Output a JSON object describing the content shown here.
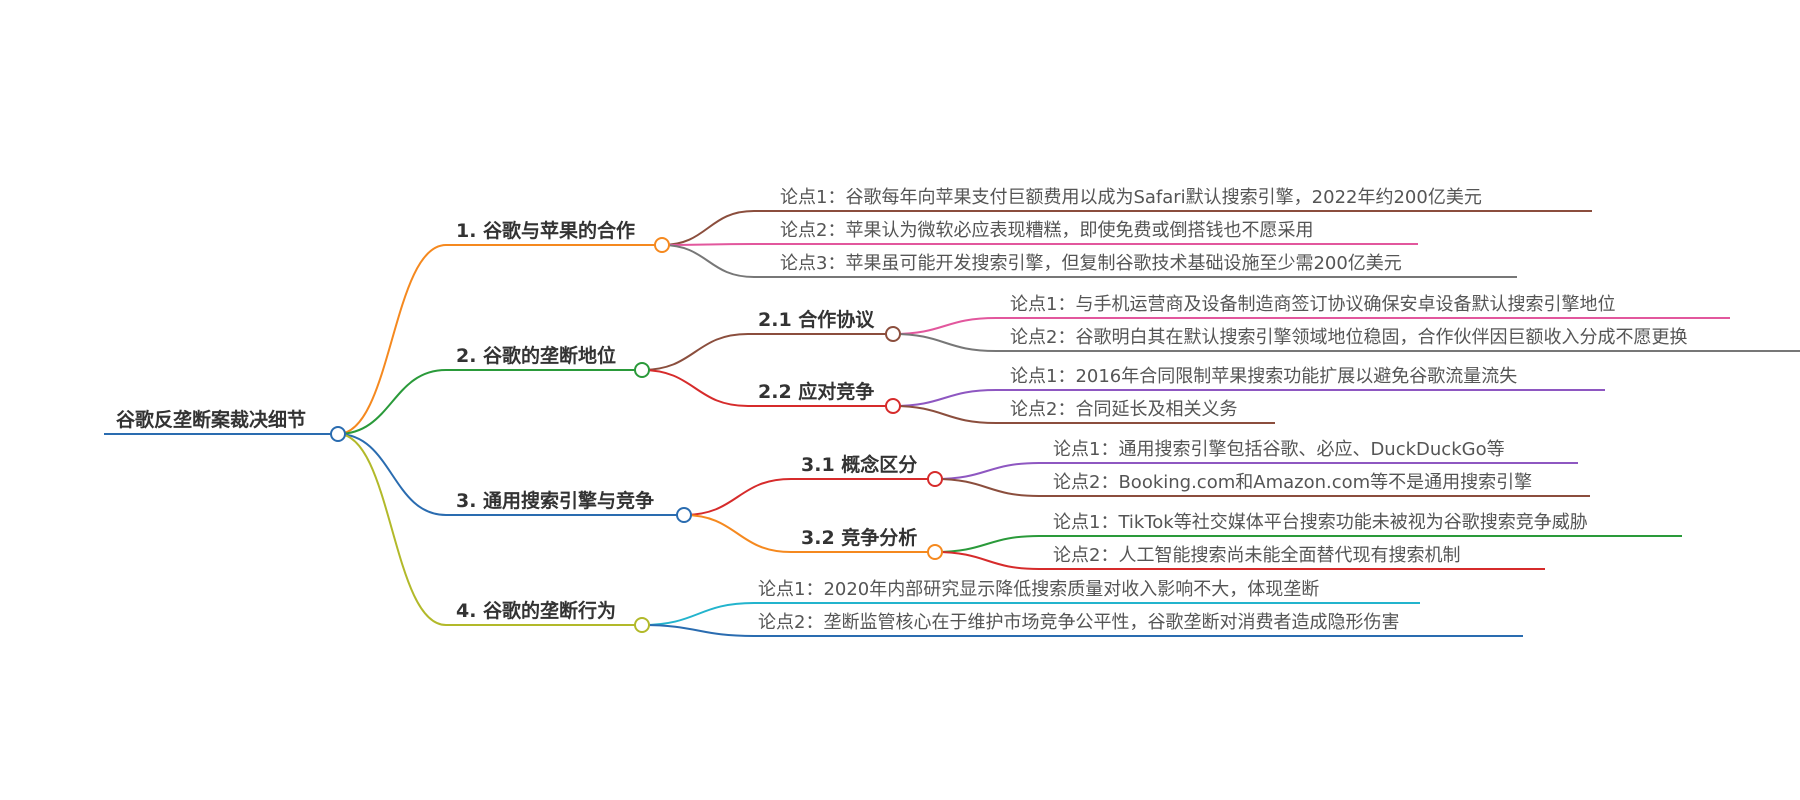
{
  "mindmap": {
    "root": {
      "label": "谷歌反垄断案裁决细节",
      "color": "#2a6cb0"
    },
    "branches": [
      {
        "label": "1. 谷歌与苹果的合作",
        "color": "#f5891f",
        "points": [
          {
            "label": "论点1：谷歌每年向苹果支付巨额费用以成为Safari默认搜索引擎，2022年约200亿美元",
            "color": "#8b4e3d"
          },
          {
            "label": "论点2：苹果认为微软必应表现糟糕，即使免费或倒搭钱也不愿采用",
            "color": "#e2579d"
          },
          {
            "label": "论点3：苹果虽可能开发搜索引擎，但复制谷歌技术基础设施至少需200亿美元",
            "color": "#777777"
          }
        ]
      },
      {
        "label": "2. 谷歌的垄断地位",
        "color": "#2a9a3a",
        "subs": [
          {
            "label": "2.1 合作协议",
            "color": "#8b4e3d",
            "points": [
              {
                "label": "论点1：与手机运营商及设备制造商签订协议确保安卓设备默认搜索引擎地位",
                "color": "#e2579d"
              },
              {
                "label": "论点2：谷歌明白其在默认搜索引擎领域地位稳固，合作伙伴因巨额收入分成不愿更换",
                "color": "#777777"
              }
            ]
          },
          {
            "label": "2.2 应对竞争",
            "color": "#d62b2b",
            "points": [
              {
                "label": "论点1：2016年合同限制苹果搜索功能扩展以避免谷歌流量流失",
                "color": "#8e57c1"
              },
              {
                "label": "论点2：合同延长及相关义务",
                "color": "#8b4e3d"
              }
            ]
          }
        ]
      },
      {
        "label": "3. 通用搜索引擎与竞争",
        "color": "#2a6cb0",
        "subs": [
          {
            "label": "3.1 概念区分",
            "color": "#d62b2b",
            "points": [
              {
                "label": "论点1：通用搜索引擎包括谷歌、必应、DuckDuckGo等",
                "color": "#8e57c1"
              },
              {
                "label": "论点2：Booking.com和Amazon.com等不是通用搜索引擎",
                "color": "#8b4e3d"
              }
            ]
          },
          {
            "label": "3.2 竞争分析",
            "color": "#f5891f",
            "points": [
              {
                "label": "论点1：TikTok等社交媒体平台搜索功能未被视为谷歌搜索竞争威胁",
                "color": "#2a9a3a"
              },
              {
                "label": "论点2：人工智能搜索尚未能全面替代现有搜索机制",
                "color": "#d62b2b"
              }
            ]
          }
        ]
      },
      {
        "label": "4. 谷歌的垄断行为",
        "color": "#b2b92a",
        "points": [
          {
            "label": "论点1：2020年内部研究显示降低搜索质量对收入影响不大，体现垄断",
            "color": "#23b4cd"
          },
          {
            "label": "论点2：垄断监管核心在于维护市场竞争公平性，谷歌垄断对消费者造成隐形伤害",
            "color": "#2a6cb0"
          }
        ]
      }
    ]
  }
}
